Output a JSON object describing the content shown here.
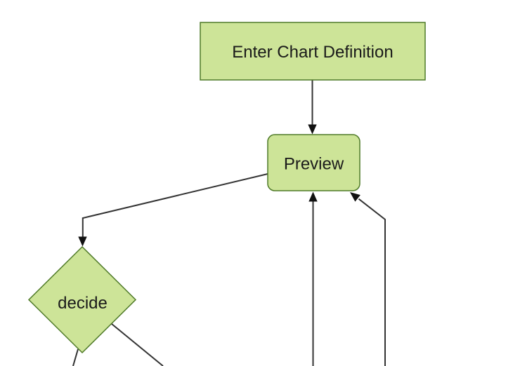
{
  "colors": {
    "background": "#ffffff",
    "node_fill": "#cde498",
    "node_border": "#4f7a28",
    "edge_line": "#333333",
    "arrowhead": "#111111",
    "label_text": "#1a1a1a"
  },
  "diagram": {
    "type": "flowchart",
    "direction": "top-down",
    "nodes": {
      "enter_chart_definition": {
        "label": "Enter Chart Definition",
        "shape": "rectangle"
      },
      "preview": {
        "label": "Preview",
        "shape": "rounded-rectangle"
      },
      "decide": {
        "label": "decide",
        "shape": "diamond"
      }
    },
    "edges": [
      {
        "from": "Enter Chart Definition",
        "to": "Preview",
        "arrow": true
      },
      {
        "from": "Preview",
        "to": "decide",
        "arrow": true
      },
      {
        "from": "decide",
        "to": "offscreen-bottom-left",
        "arrow": false
      },
      {
        "from": "decide",
        "to": "offscreen-bottom-right",
        "arrow": false
      },
      {
        "from": "offscreen-bottom-center",
        "to": "Preview",
        "arrow": true
      },
      {
        "from": "offscreen-bottom-right",
        "to": "Preview",
        "arrow": true
      }
    ]
  }
}
